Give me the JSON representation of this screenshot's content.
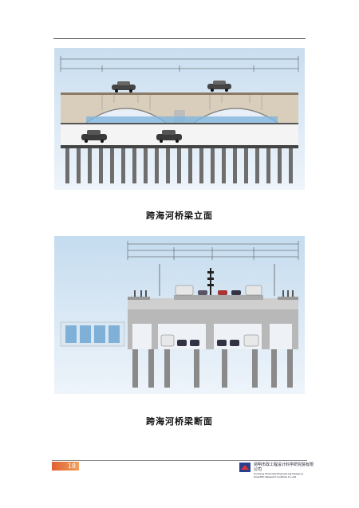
{
  "figure1": {
    "caption": "跨海河桥梁立面"
  },
  "figure2": {
    "caption": "跨海河桥梁断面"
  },
  "footer": {
    "page_number": "18",
    "company_cn": "昆明市政工程设计科学研究院有限公司",
    "company_en": "Kunming Municipal Engineering Design & Scientific Research Institute Co.,Ltd"
  }
}
